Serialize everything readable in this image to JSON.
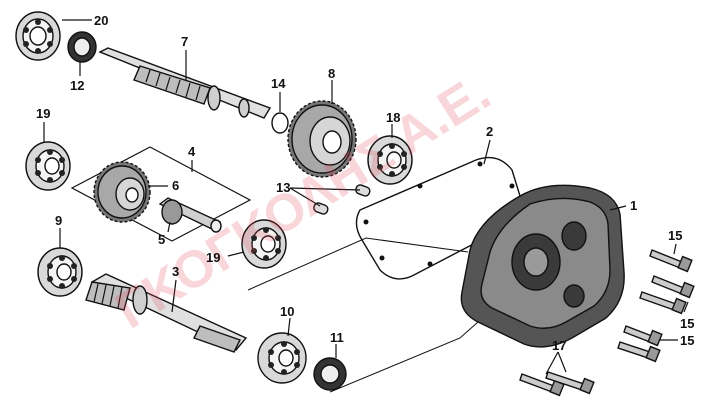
{
  "watermark": {
    "text": "ΓΚΟΓΚΟΛΗΣ Α.Ε.",
    "color": "#e4485a"
  },
  "callouts": {
    "c1": "1",
    "c2": "2",
    "c3": "3",
    "c4": "4",
    "c5": "5",
    "c6": "6",
    "c7": "7",
    "c8": "8",
    "c9": "9",
    "c10": "10",
    "c11": "11",
    "c12": "12",
    "c13": "13",
    "c14": "14",
    "c15a": "15",
    "c15b": "15",
    "c15c": "15",
    "c17": "17",
    "c18": "18",
    "c19a": "19",
    "c19b": "19",
    "c20": "20"
  }
}
